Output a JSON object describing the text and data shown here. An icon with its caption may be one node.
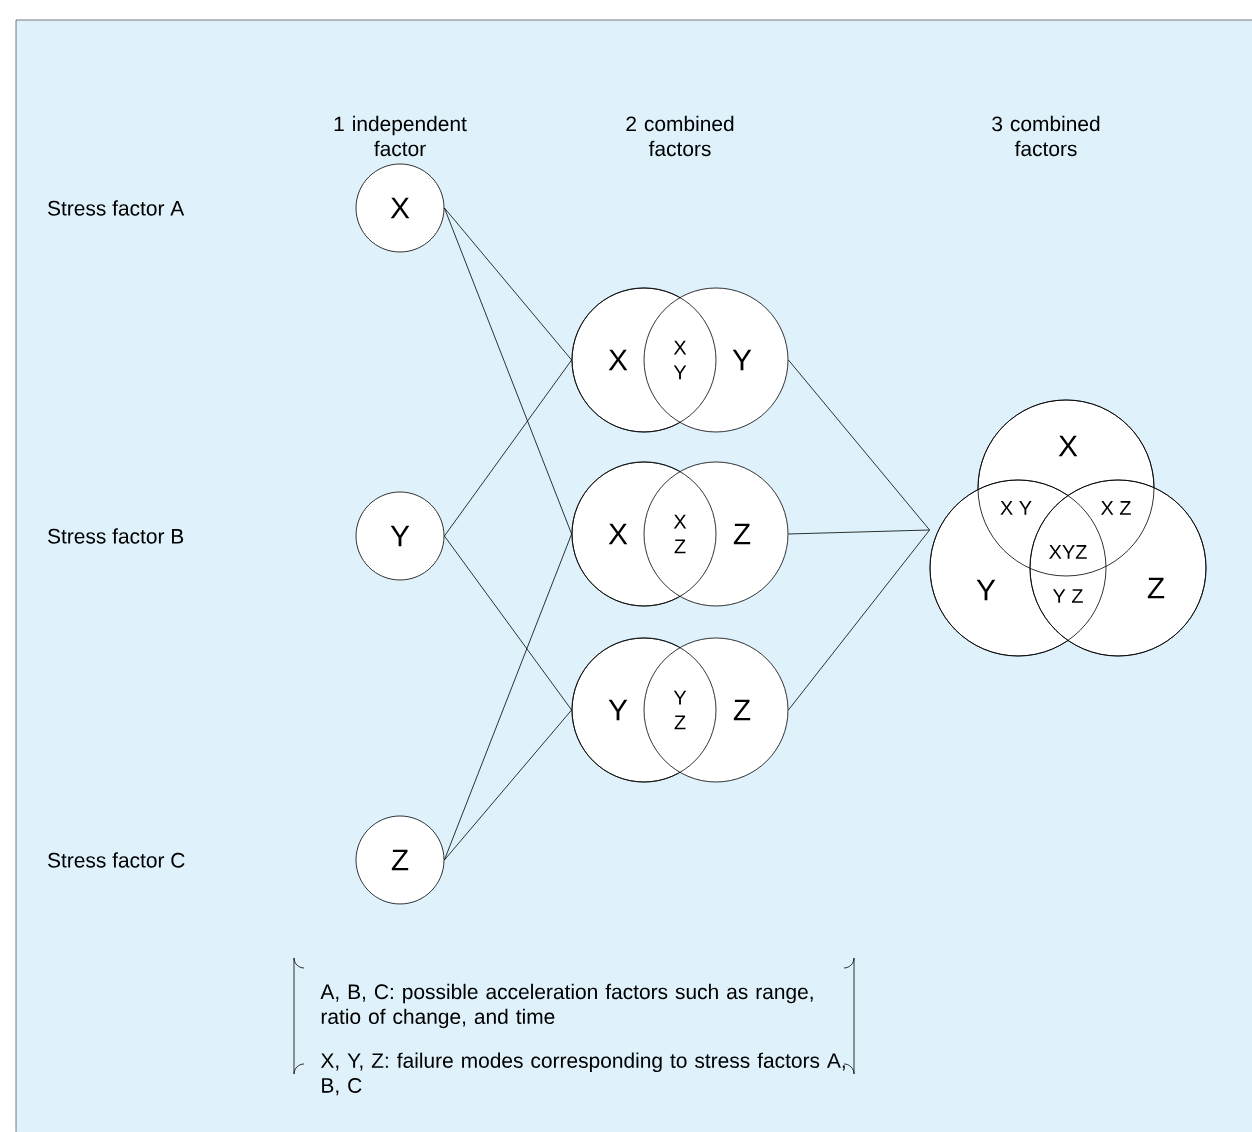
{
  "diagram": {
    "nodes": [
      {
        "text": [
          "X"
        ]
      },
      {
        "text": [
          "Y"
        ]
      },
      {
        "text": [
          "Z"
        ]
      },
      {
        "text": [
          "X",
          "X Y",
          "Y"
        ]
      },
      {
        "text": [
          "X",
          "X Z",
          "Z"
        ]
      },
      {
        "text": [
          "Y",
          "Y Z",
          "Z"
        ]
      },
      {
        "text": [
          "X",
          "X Y",
          "X Z",
          "XYZ",
          "Y",
          "Y Z",
          "Z"
        ]
      }
    ],
    "edges": [
      {
        "from": 0,
        "to": 3,
        "arrow": "none"
      },
      {
        "from": 0,
        "to": 4,
        "arrow": "none"
      },
      {
        "from": 1,
        "to": 3,
        "arrow": "none"
      },
      {
        "from": 1,
        "to": 5,
        "arrow": "none"
      },
      {
        "from": 2,
        "to": 4,
        "arrow": "none"
      },
      {
        "from": 2,
        "to": 5,
        "arrow": "none"
      },
      {
        "from": 3,
        "to": 6,
        "arrow": "none"
      },
      {
        "from": 4,
        "to": 6,
        "arrow": "none"
      },
      {
        "from": 5,
        "to": 6,
        "arrow": "none"
      }
    ],
    "labels": [
      "1 independent factor",
      "2 combined factors",
      "3 combined factors",
      "Stress factor A",
      "Stress factor B",
      "Stress factor C",
      "A, B, C: possible acceleration factors such as range, ratio of change, and time",
      "X, Y, Z: failure modes corresponding to stress factors A, B, C"
    ]
  }
}
